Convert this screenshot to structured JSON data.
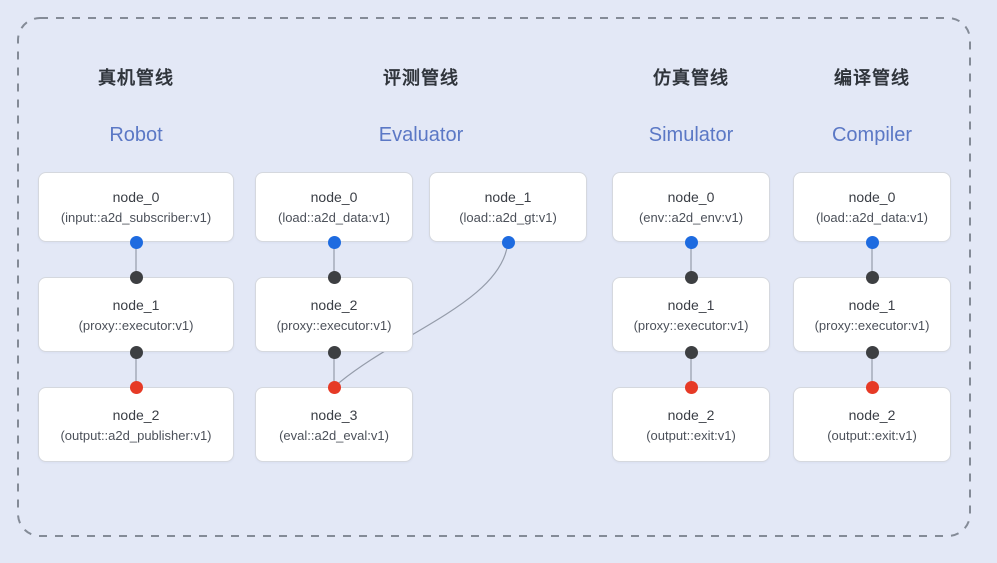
{
  "diagram": {
    "pipelines": [
      {
        "title_zh": "真机管线",
        "title_en": "Robot",
        "nodes": [
          {
            "name": "node_0",
            "type": "(input::a2d_subscriber:v1)"
          },
          {
            "name": "node_1",
            "type": "(proxy::executor:v1)"
          },
          {
            "name": "node_2",
            "type": "(output::a2d_publisher:v1)"
          }
        ],
        "edges": [
          {
            "from": "node_0",
            "to": "node_1"
          },
          {
            "from": "node_1",
            "to": "node_2"
          }
        ]
      },
      {
        "title_zh": "评测管线",
        "title_en": "Evaluator",
        "nodes": [
          {
            "name": "node_0",
            "type": "(load::a2d_data:v1)"
          },
          {
            "name": "node_1",
            "type": "(load::a2d_gt:v1)"
          },
          {
            "name": "node_2",
            "type": "(proxy::executor:v1)"
          },
          {
            "name": "node_3",
            "type": "(eval::a2d_eval:v1)"
          }
        ],
        "edges": [
          {
            "from": "node_0",
            "to": "node_2"
          },
          {
            "from": "node_1",
            "to": "node_3"
          },
          {
            "from": "node_2",
            "to": "node_3"
          }
        ]
      },
      {
        "title_zh": "仿真管线",
        "title_en": "Simulator",
        "nodes": [
          {
            "name": "node_0",
            "type": "(env::a2d_env:v1)"
          },
          {
            "name": "node_1",
            "type": "(proxy::executor:v1)"
          },
          {
            "name": "node_2",
            "type": "(output::exit:v1)"
          }
        ],
        "edges": [
          {
            "from": "node_0",
            "to": "node_1"
          },
          {
            "from": "node_1",
            "to": "node_2"
          }
        ]
      },
      {
        "title_zh": "编译管线",
        "title_en": "Compiler",
        "nodes": [
          {
            "name": "node_0",
            "type": "(load::a2d_data:v1)"
          },
          {
            "name": "node_1",
            "type": "(proxy::executor:v1)"
          },
          {
            "name": "node_2",
            "type": "(output::exit:v1)"
          }
        ],
        "edges": [
          {
            "from": "node_0",
            "to": "node_1"
          },
          {
            "from": "node_1",
            "to": "node_2"
          }
        ]
      }
    ],
    "colors": {
      "background": "#e3e8f6",
      "dashed_border": "#848b97",
      "box_background": "#ffffff",
      "box_border": "#d5d8de",
      "title_zh": "#30353c",
      "title_en": "#5b78c5",
      "node_text": "#3a3e45",
      "port_source_blue": "#1e6be0",
      "port_executor_dark": "#3d3f42",
      "port_sink_red": "#e63a26",
      "connector": "#959caa"
    }
  }
}
